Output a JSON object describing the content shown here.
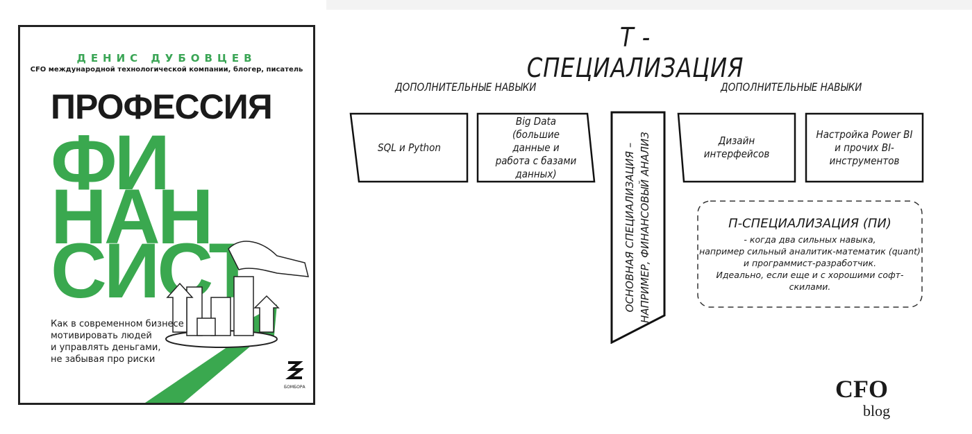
{
  "book": {
    "author": "ДЕНИС ДУБОВЦЕВ",
    "author_subtitle": "CFO международной технологической компании, блогер, писатель",
    "title_line1": "ПРОФЕССИЯ",
    "title_lines": [
      "ФИ",
      "НАН",
      "СИСТ"
    ],
    "description": [
      "Как в современном бизнесе",
      "мотивировать людей",
      "и управлять деньгами,",
      "не забывая про риски"
    ],
    "publisher": "БОМБОРА",
    "accent_color": "#3aa84f"
  },
  "diagram": {
    "title": "Т - СПЕЦИАЛИЗАЦИЯ",
    "left_label": "ДОПОЛНИТЕЛЬНЫЕ НАВЫКИ",
    "right_label": "ДОПОЛНИТЕЛЬНЫЕ НАВЫКИ",
    "skills_left": [
      "SQL и Python",
      "Big Data (большие данные и работа с базами данных)"
    ],
    "skills_right": [
      "Дизайн интерфейсов",
      "Настройка Power BI и прочих BI-инструментов"
    ],
    "core": "ОСНОВНАЯ СПЕЦИАЛИЗАЦИЯ – НАПРИМЕР, ФИНАНСОВЫЙ АНАЛИЗ",
    "pi": {
      "title": "П-СПЕЦИАЛИЗАЦИЯ (ПИ)",
      "lines": [
        "- когда два сильных навыка,",
        "например сильный аналитик-математик (quant)",
        "и программист-разработчик.",
        "Идеально, если еще и с хорошими софт-скилами."
      ]
    }
  },
  "logo": {
    "main": "CFO",
    "sub": "blog"
  }
}
